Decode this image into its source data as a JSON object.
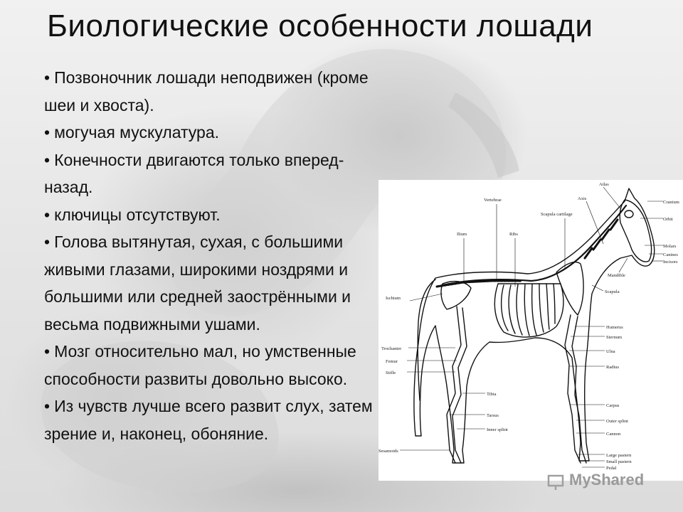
{
  "title": "Биологические особенности лошади",
  "bullets": [
    "Позвоночник лошади неподвижен (кроме шеи и хвоста).",
    "могучая мускулатура.",
    "Конечности двигаются только вперед-назад.",
    "ключицы отсутствуют.",
    "Голова вытянутая, сухая, с большими живыми глазами, широкими ноздрями и большими или средней заострёнными и весьма подвижными ушами.",
    "Мозг относительно мал, но умственные способности развиты довольно высоко.",
    "Из чувств лучше всего развит слух, затем зрение и, наконец, обоняние."
  ],
  "skeleton_labels": {
    "vertebrae": "Vertebrae",
    "scapula_cartilage": "Scapula cartilage",
    "axis": "Axis",
    "atlas": "Atlas",
    "cranium": "Cranium",
    "orbit": "Orbit",
    "molars": "Molars",
    "canines": "Canines",
    "incisors": "Incisors",
    "mandible": "Mandible",
    "scapula": "Scapula",
    "ilium": "Ilium",
    "ribs": "Ribs",
    "ischium": "Ischium",
    "trochanter": "Trochanter",
    "femur": "Femur",
    "stifle": "Stifle",
    "tibia": "Tibia",
    "tarsus": "Tarsus",
    "inner_splint": "Inner splint",
    "sesamoids": "Sesamoids",
    "humerus": "Humerus",
    "sternum": "Sternum",
    "ulna": "Ulna",
    "radius": "Radius",
    "carpus": "Carpus",
    "outer_splint": "Outer splint",
    "cannon": "Cannon",
    "large_pastern": "Large pastern",
    "small_pastern": "Small pastern",
    "pedal": "Pedal"
  },
  "watermark": "MyShared",
  "colors": {
    "text": "#111111",
    "figure_bg": "#ffffff",
    "bone_stroke": "#111111"
  }
}
